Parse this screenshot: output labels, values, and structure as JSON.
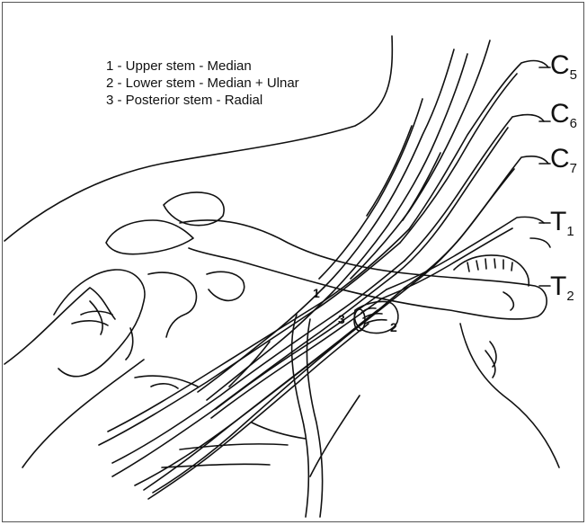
{
  "legend": {
    "items": [
      "1 - Upper stem - Median",
      "2 - Lower stem - Median + Ulnar",
      "3 - Posterior stem - Radial"
    ]
  },
  "roots": [
    {
      "letter": "C",
      "sub": "5"
    },
    {
      "letter": "C",
      "sub": "6"
    },
    {
      "letter": "C",
      "sub": "7"
    },
    {
      "letter": "T",
      "sub": "1"
    },
    {
      "letter": "T",
      "sub": "2"
    }
  ],
  "markers": {
    "upper": "1",
    "lower": "2",
    "posterior": "3"
  },
  "colors": {
    "line": "#111111",
    "background": "#ffffff",
    "frame": "#555555"
  }
}
